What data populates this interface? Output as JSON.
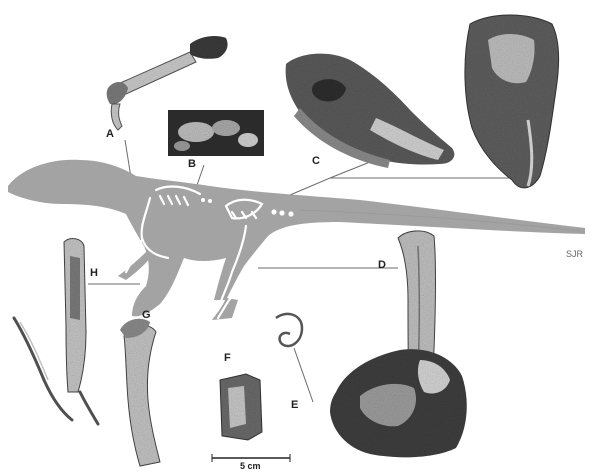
{
  "figure": {
    "panel_labels": {
      "a": "A",
      "b": "B",
      "c": "C",
      "d": "D",
      "e": "E",
      "f": "F",
      "g": "G",
      "h": "H"
    },
    "scale_bar_label": "5 cm",
    "corner_mark": "SJR",
    "colors": {
      "silhouette": "#a3a3a3",
      "bone": "#ffffff",
      "fossil_dark": "#3b3b3b",
      "fossil_mid": "#7a7a7a",
      "fossil_light": "#c9c9c9",
      "leader_line": "#6b6b6b"
    }
  }
}
